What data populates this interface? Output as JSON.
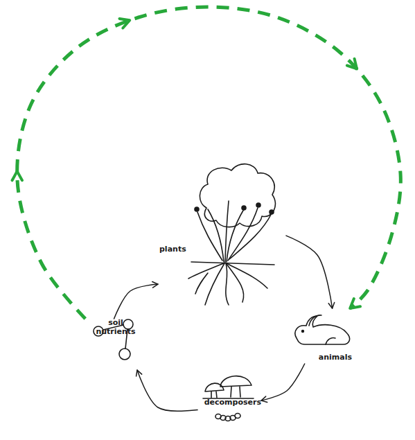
{
  "diagram": {
    "nodes": [
      {
        "text": [
          "plants"
        ]
      },
      {
        "text": [
          "animals"
        ]
      },
      {
        "text": [
          "decomposers"
        ]
      },
      {
        "text": [
          "soil nutrients"
        ]
      }
    ],
    "edges": [
      {
        "from": 3,
        "to": 0,
        "arrow": "to"
      },
      {
        "from": 0,
        "to": 1,
        "arrow": "to"
      },
      {
        "from": 1,
        "to": 2,
        "arrow": "to"
      },
      {
        "from": 2,
        "to": 3,
        "arrow": "to"
      },
      {
        "from": 3,
        "to": 1,
        "arrow": "to"
      }
    ]
  }
}
